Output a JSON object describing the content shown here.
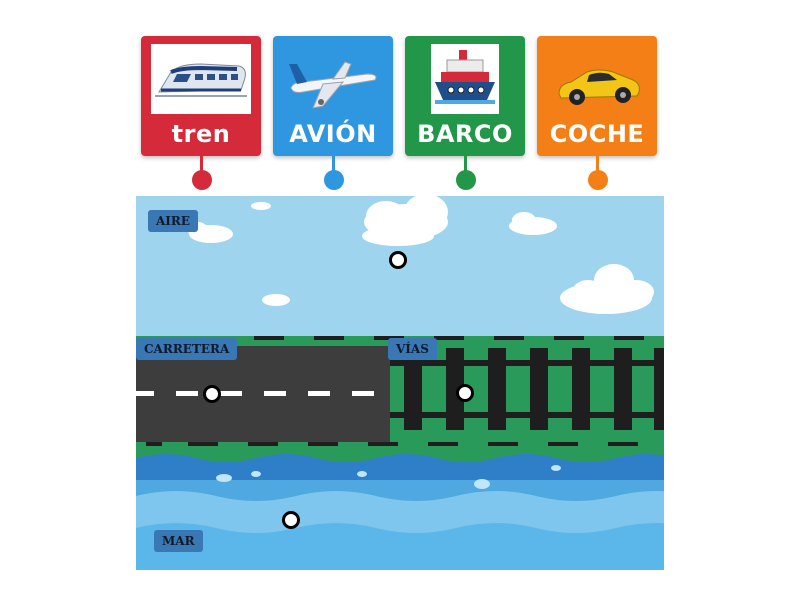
{
  "cards": [
    {
      "label": "tren",
      "color": "#d42a3a",
      "icon": "train-icon"
    },
    {
      "label": "AVIÓN",
      "color": "#2f96e0",
      "icon": "airplane-icon"
    },
    {
      "label": "BARCO",
      "color": "#229649",
      "icon": "ship-icon"
    },
    {
      "label": "COCHE",
      "color": "#f57f17",
      "icon": "car-icon"
    }
  ],
  "zones": {
    "air": "AIRE",
    "road": "CARRETERA",
    "tracks": "VÍAS",
    "sea": "MAR"
  },
  "colors": {
    "sky": "#9fd4ef",
    "grass": "#2a9a5a",
    "asphalt": "#3d3d3d",
    "sea": "#4fa9e0"
  }
}
